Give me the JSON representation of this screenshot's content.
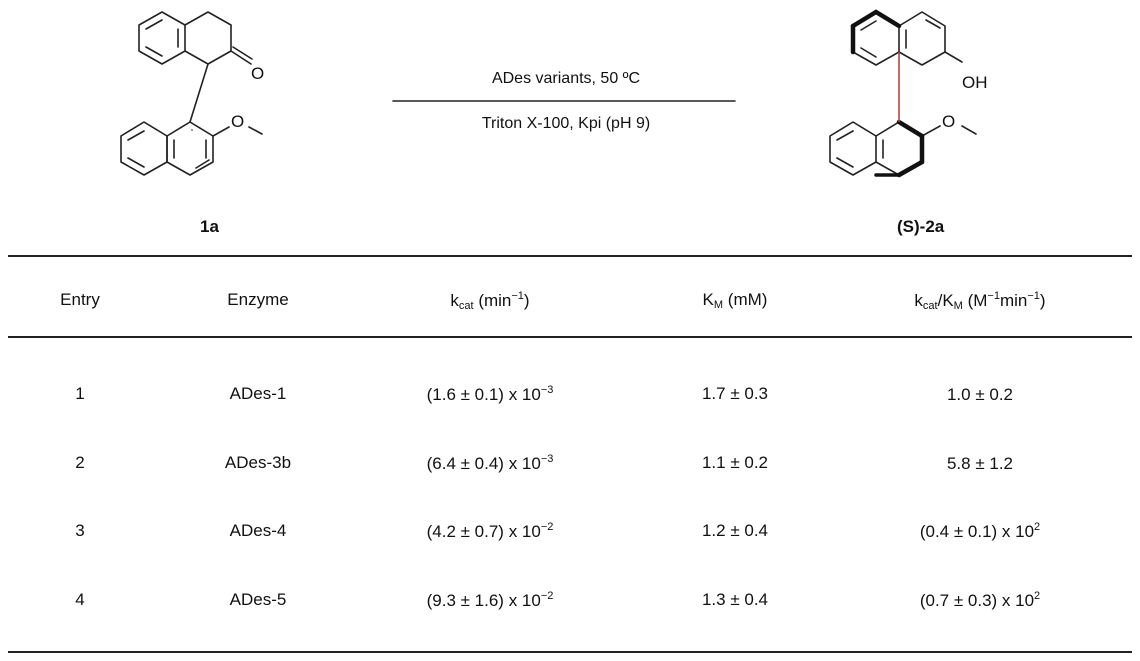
{
  "scheme": {
    "reactant_label": "1a",
    "product_label": "(S)-2a",
    "conditions_line1": "ADes variants, 50 ºC",
    "conditions_line2": "Triton X-100, Kpi (pH 9)",
    "atom_labels": {
      "ketone_o": "O",
      "reactant_ome_o": "O",
      "product_oh": "OH",
      "product_ome_o": "O"
    }
  },
  "table": {
    "headers": {
      "entry": "Entry",
      "enzyme": "Enzyme",
      "kcat": {
        "k": "k",
        "sub": "cat",
        "unit": " (min",
        "exp": "−1",
        "close": ")"
      },
      "km": {
        "k": "K",
        "sub": "M",
        "unit": " (mM)"
      },
      "ratio": {
        "k1": "k",
        "sub1": "cat",
        "slash": "/K",
        "sub2": "M",
        "unit": " (M",
        "exp1": "−1",
        "mid": "min",
        "exp2": "−1",
        "close": ")"
      }
    },
    "rows": [
      {
        "entry": "1",
        "enzyme": "ADes-1",
        "kcat": {
          "base": "(1.6 ± 0.1) x 10",
          "exp": "−3"
        },
        "km": "1.7 ± 0.3",
        "ratio": {
          "base": "1.0 ± 0.2",
          "exp": ""
        }
      },
      {
        "entry": "2",
        "enzyme": "ADes-3b",
        "kcat": {
          "base": "(6.4 ± 0.4) x 10",
          "exp": "−3"
        },
        "km": "1.1 ± 0.2",
        "ratio": {
          "base": "5.8 ± 1.2",
          "exp": ""
        }
      },
      {
        "entry": "3",
        "enzyme": "ADes-4",
        "kcat": {
          "base": "(4.2 ± 0.7) x 10",
          "exp": "−2"
        },
        "km": "1.2 ± 0.4",
        "ratio": {
          "base": "(0.4 ± 0.1) x 10",
          "exp": "2"
        }
      },
      {
        "entry": "4",
        "enzyme": "ADes-5",
        "kcat": {
          "base": "(9.3 ± 1.6) x 10",
          "exp": "−2"
        },
        "km": "1.3 ± 0.4",
        "ratio": {
          "base": "(0.7 ± 0.3) x 10",
          "exp": "2"
        }
      }
    ]
  }
}
